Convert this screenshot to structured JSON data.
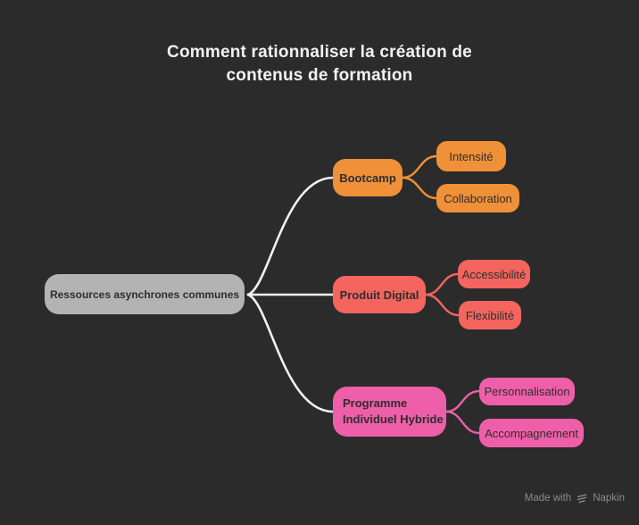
{
  "title": "Comment rationnaliser la création de\ncontenus de formation",
  "root": {
    "label": "Ressources asynchrones communes"
  },
  "branches": [
    {
      "label": "Bootcamp",
      "children": [
        "Intensité",
        "Collaboration"
      ]
    },
    {
      "label": "Produit Digital",
      "children": [
        "Accessibilité",
        "Flexibilité"
      ]
    },
    {
      "label": "Programme\nIndividuel Hybride",
      "children": [
        "Personnalisation",
        "Accompagnement"
      ]
    }
  ],
  "footer": {
    "made_with": "Made with",
    "brand": "Napkin",
    "logo": "napkin-logo"
  },
  "colors": {
    "background": "#2b2b2b",
    "root_node": "#b3b3b3",
    "branch_bootcamp": "#f09038",
    "branch_produit_digital": "#f5655f",
    "branch_programme": "#ef5fa9",
    "root_connector": "#f2f2f2",
    "node_text": "#2e2e2e",
    "title_text": "#f2f2f2",
    "credit_text": "#8a8a8a"
  }
}
